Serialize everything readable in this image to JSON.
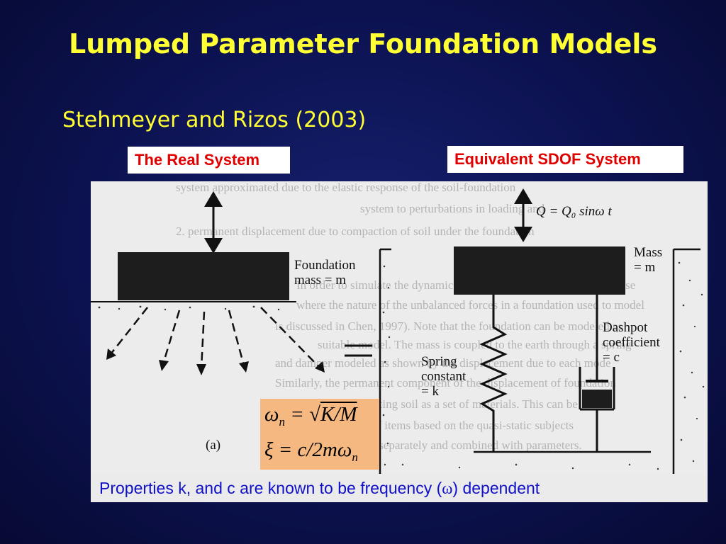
{
  "slide": {
    "title": "Lumped Parameter Foundation Models",
    "subtitle": "Stehmeyer and Rizos (2003)",
    "label_real": "The Real System",
    "label_equivalent": "Equivalent SDOF System",
    "footer_before": "Properties k, and c are known to be frequency (",
    "footer_symbol": "ω",
    "footer_after": ") dependent"
  },
  "figure": {
    "background_text": [
      "system approximated due to the elastic response of the soil-foundation",
      "system to perturbations in loading and",
      "2. permanent displacement due to compaction of soil under the foundation",
      "In order to simulate the dynamic system response, the authors propose",
      "where the nature of the unbalanced forces in a foundation used to model",
      "is discussed in Chen, 1997). Note that the foundation can be modeled as",
      "suitable model. The mass is coupled to the earth through a spring",
      "and damper modeled as shown by the displacement due to each mode",
      "Similarly, the permanent component of the displacement of foundation",
      "tion can be taken by treating soil as a set of materials. This can be",
      "combined with the list of items based on the quasi-static subjects",
      "which must be modeled separately and combined with parameters."
    ],
    "foundation_label_1": "Foundation",
    "foundation_label_2": "mass = m",
    "panel_letter": "(a)",
    "load_label": "Q = Q₀ sinω t",
    "mass_label_1": "Mass",
    "mass_label_2": "= m",
    "spring_label_1": "Spring",
    "spring_label_2": "constant",
    "spring_label_3": "= k",
    "dashpot_label_1": "Dashpot",
    "dashpot_label_2": "coefficient",
    "dashpot_label_3": "= c"
  },
  "formula": {
    "omega": "ω",
    "omega_sub": "n",
    "eq_1": " = ",
    "sqrt": "√",
    "k_over_m": "K/M",
    "xi": "ξ",
    "eq_2": " = c/2mω",
    "omega_sub_2": "n"
  }
}
